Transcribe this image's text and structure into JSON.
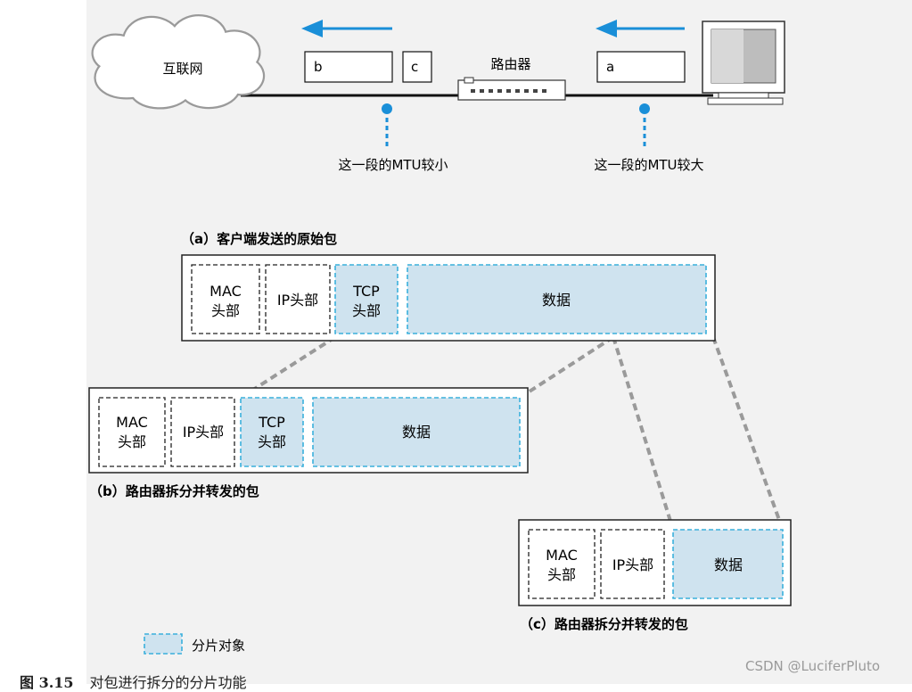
{
  "network": {
    "internet_label": "互联网",
    "router_label": "路由器",
    "packet_b": "b",
    "packet_c": "c",
    "packet_a": "a",
    "mtu_small_label": "这一段的MTU较小",
    "mtu_large_label": "这一段的MTU较大"
  },
  "colors": {
    "accent_blue": "#1a8fd8",
    "fragment_fill": "#cfe3ef",
    "fragment_border": "#3ab0dc"
  },
  "packet_a": {
    "title": "（a）客户端发送的原始包",
    "mac_line1": "MAC",
    "mac_line2": "头部",
    "ip_header": "IP头部",
    "tcp_line1": "TCP",
    "tcp_line2": "头部",
    "data": "数据"
  },
  "packet_b": {
    "title": "（b）路由器拆分并转发的包",
    "mac_line1": "MAC",
    "mac_line2": "头部",
    "ip_header": "IP头部",
    "tcp_line1": "TCP",
    "tcp_line2": "头部",
    "data": "数据"
  },
  "packet_c": {
    "title": "（c）路由器拆分并转发的包",
    "mac_line1": "MAC",
    "mac_line2": "头部",
    "ip_header": "IP头部",
    "data": "数据"
  },
  "legend": {
    "label": "分片对象"
  },
  "caption": {
    "number": "图 3.15",
    "text": "对包进行拆分的分片功能"
  },
  "watermark": "CSDN @LuciferPluto"
}
